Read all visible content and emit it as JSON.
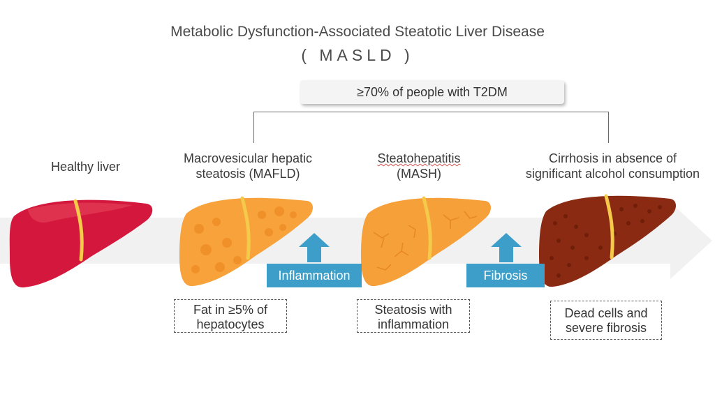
{
  "title": {
    "line1": "Metabolic Dysfunction-Associated Steatotic Liver Disease",
    "line2": "( MASLD )"
  },
  "prevalence_pill": "≥70% of people with T2DM",
  "stages": [
    {
      "label_line1": "Healthy liver",
      "label_line2": "",
      "color": "#d4183d"
    },
    {
      "label_line1": "Macrovesicular hepatic",
      "label_line2": "steatosis (MAFLD)",
      "color": "#f7a23b"
    },
    {
      "label_line1": "Steatohepatitis",
      "label_line2": "(MASH)",
      "color": "#f6a03a"
    },
    {
      "label_line1": "Cirrhosis in absence of",
      "label_line2": "significant alcohol consumption",
      "color": "#8a2a12"
    }
  ],
  "transitions": [
    {
      "label": "Inflammation"
    },
    {
      "label": "Fibrosis"
    }
  ],
  "notes": [
    {
      "line1": "Fat in ≥5% of",
      "line2": "hepatocytes"
    },
    {
      "line1": "Steatosis with",
      "line2": "inflammation"
    },
    {
      "line1": "Dead cells and",
      "line2": "severe fibrosis"
    }
  ],
  "colors": {
    "accent_tag": "#3d9fc9",
    "bile_duct": "#f5c94a",
    "flow_arrow": "#f1f1f1"
  }
}
